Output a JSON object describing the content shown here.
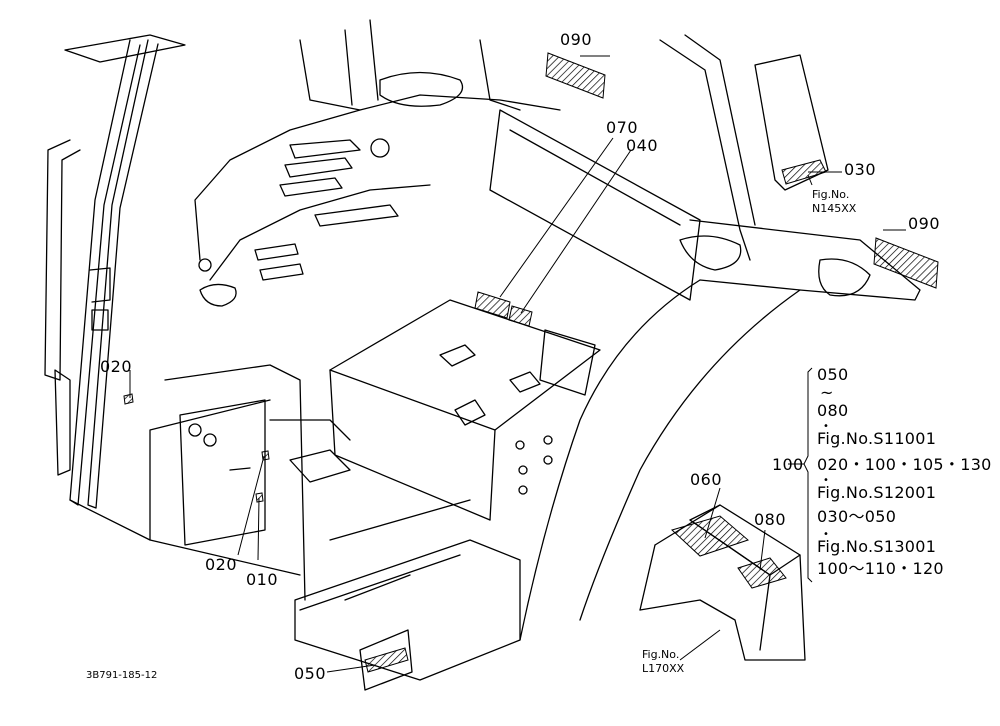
{
  "diagram_id": "3B791-185-12",
  "callouts": {
    "c090_top": "090",
    "c070": "070",
    "c040": "040",
    "c030": "030",
    "c090_right": "090",
    "c020_left": "020",
    "c020_bottom": "020",
    "c010": "010",
    "c060": "060",
    "c080": "080",
    "c050": "050"
  },
  "figure_refs": {
    "fig_n145_label": "Fig.No.",
    "fig_n145_code": "N145XX",
    "fig_l170_label": "Fig.No.",
    "fig_l170_code": "L170XX"
  },
  "legend": {
    "group_number": "100",
    "lines": [
      "050",
      "~",
      "080",
      "•",
      "Fig.No.S11001",
      "020・100・105・130",
      "•",
      "Fig.No.S12001",
      "030〜050",
      "•",
      "Fig.No.S13001",
      "100〜110・120"
    ]
  }
}
